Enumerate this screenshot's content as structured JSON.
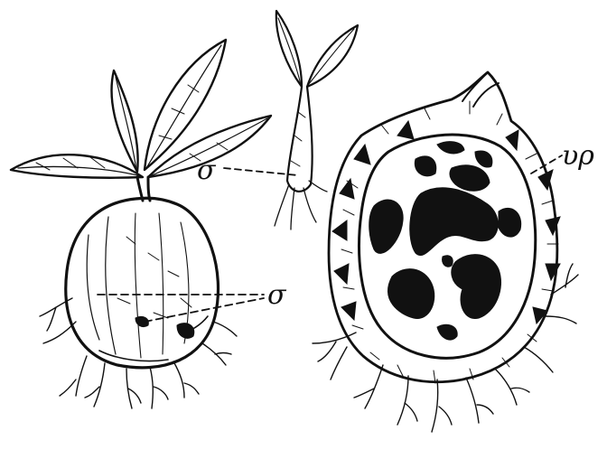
{
  "figure": {
    "labels": {
      "tuber_label": "σ",
      "seedling_label": "σ",
      "section_label": "υρ"
    },
    "colors": {
      "ink": "#111111",
      "paper": "#ffffff"
    }
  }
}
